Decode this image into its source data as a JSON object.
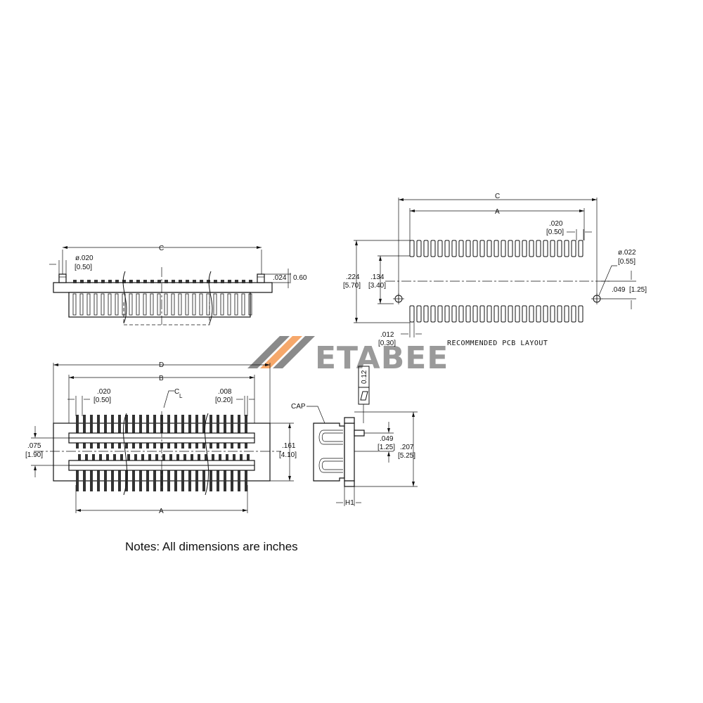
{
  "watermark": {
    "text": "ETABEE",
    "accent_color": "#f6a86b",
    "mark_color": "#8a8a8a"
  },
  "notes": "Notes: All dimensions are inches",
  "top_view": {
    "dim_C": "C",
    "hole_dia": "ø.020",
    "hole_dia_mm": "[0.50]",
    "post_h": ".024",
    "post_h_mm": "0.60"
  },
  "pcb_layout": {
    "dim_C": "C",
    "dim_A": "A",
    "pitch": ".020",
    "pitch_mm": "[0.50]",
    "hole_dia": "ø.022",
    "hole_dia_mm": "[0.55]",
    "row_span": ".224",
    "row_span_mm": "[5.70]",
    "hole_offset": ".134",
    "hole_offset_mm": "[3.40]",
    "hole_edge": ".049",
    "hole_edge_mm": "[1.25]",
    "pad_w": ".012",
    "pad_w_mm": "[0.30]",
    "caption": "RECOMMENDED PCB LAYOUT"
  },
  "front_view": {
    "dim_D": "D",
    "dim_B": "B",
    "dim_A": "A",
    "pitch": ".020",
    "pitch_mm": "[0.50]",
    "centerline": "C",
    "centerline_sub": "L",
    "gap": ".008",
    "gap_mm": "[0.20]",
    "row_pitch": ".075",
    "row_pitch_mm": "[1.90]",
    "width": ".161",
    "width_mm": "[4.10]"
  },
  "side_view": {
    "cap_label": "CAP",
    "flatness": "0.12",
    "lead_offset": ".049",
    "lead_offset_mm": "[1.25]",
    "height": ".207",
    "height_mm": "[5.25]",
    "h1": "H1"
  }
}
